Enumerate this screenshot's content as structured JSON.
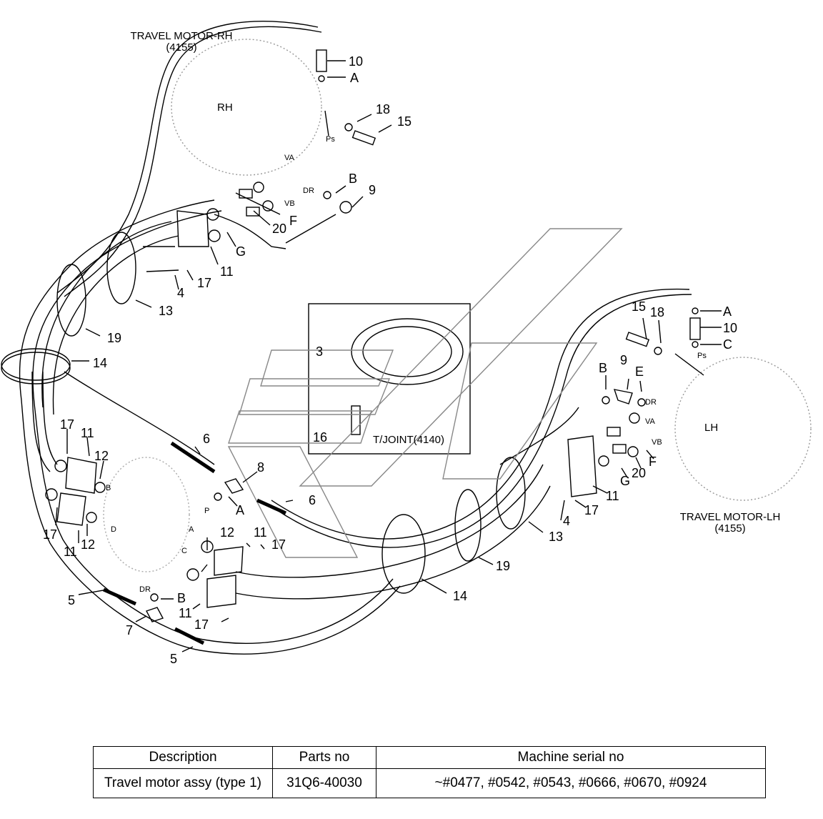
{
  "diagram": {
    "titles": {
      "rh_line1": "TRAVEL MOTOR-RH",
      "rh_line2": "(4155)",
      "lh_line1": "TRAVEL MOTOR-LH",
      "lh_line2": "(4155)",
      "tjoint": "T/JOINT(4140)",
      "rh": "RH",
      "lh": "LH"
    },
    "ports": {
      "ps": "Ps",
      "va": "VA",
      "vb": "VB",
      "dr": "DR",
      "p": "P",
      "a": "A",
      "b": "B",
      "c": "C",
      "d": "D"
    },
    "callouts": {
      "n10": "10",
      "a": "A",
      "n18": "18",
      "n15": "15",
      "b": "B",
      "n9": "9",
      "n20": "20",
      "f": "F",
      "g": "G",
      "n11": "11",
      "n17": "17",
      "n4": "4",
      "n13": "13",
      "n19": "19",
      "n14": "14",
      "n3": "3",
      "n16": "16",
      "n6": "6",
      "n12": "12",
      "n8": "8",
      "n5": "5",
      "n7": "7",
      "c": "C",
      "e": "E"
    }
  },
  "table": {
    "headers": [
      "Description",
      "Parts no",
      "Machine serial no"
    ],
    "rows": [
      [
        "Travel motor assy (type 1)",
        "31Q6-40030",
        "~#0477, #0542, #0543, #0666, #0670, #0924"
      ]
    ]
  }
}
